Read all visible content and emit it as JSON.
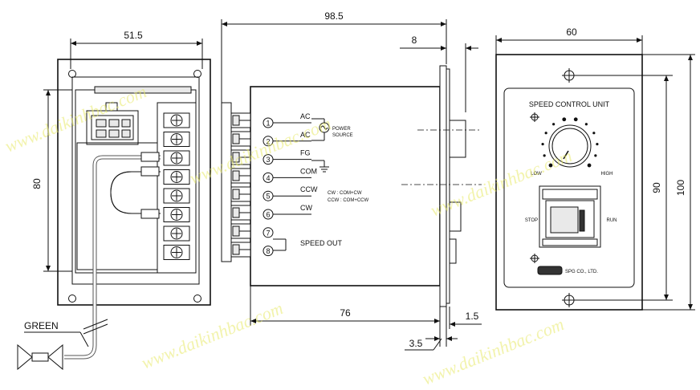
{
  "dimensions": {
    "rear_width": "51.5",
    "rear_height": "80",
    "side_length": "98.5",
    "side_flange": "8",
    "side_body": "76",
    "side_plate": "1.5",
    "side_thickness": "3.5",
    "front_width": "60",
    "front_inner_height": "90",
    "front_height": "100"
  },
  "wire_label": "GREEN",
  "terminals": [
    {
      "num": "1",
      "label": "AC"
    },
    {
      "num": "2",
      "label": "AC"
    },
    {
      "num": "3",
      "label": "FG"
    },
    {
      "num": "4",
      "label": "COM"
    },
    {
      "num": "5",
      "label": "CCW"
    },
    {
      "num": "6",
      "label": "CW"
    },
    {
      "num": "7",
      "label": ""
    },
    {
      "num": "8",
      "label": ""
    }
  ],
  "speed_out_label": "SPEED OUT",
  "power_source_label": [
    "POWER",
    "SOURCE"
  ],
  "cw_note": "CW : COM+CW",
  "ccw_note": "CCW : COM+CCW",
  "front_panel": {
    "title": "SPEED CONTROL UNIT",
    "low": "LOW",
    "high": "HIGH",
    "stop": "STOP",
    "run": "RUN",
    "company": "SPG CO., LTD."
  },
  "watermark": "www.daikinhbac.com"
}
